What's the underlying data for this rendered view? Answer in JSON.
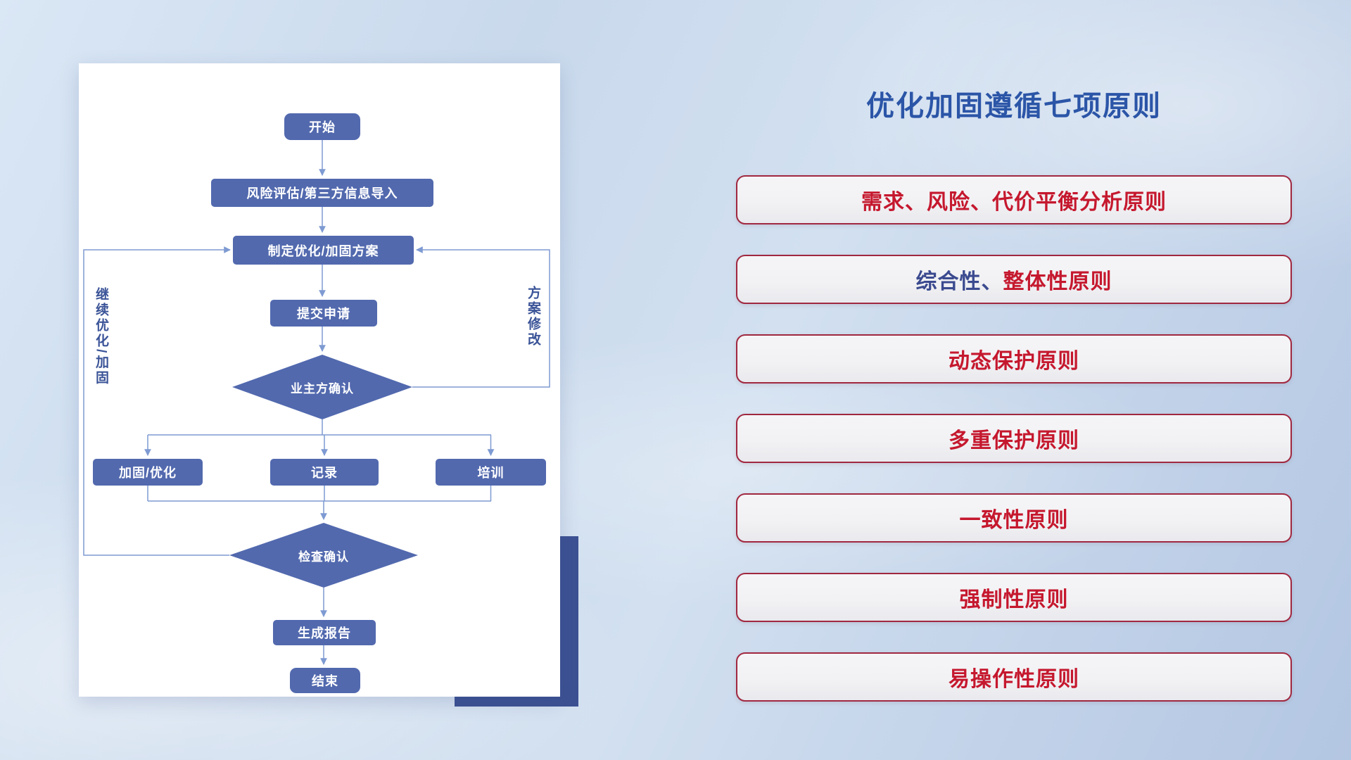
{
  "colors": {
    "title_blue": "#2b55a7",
    "node_blue": "#5269ae",
    "connector_blue": "#7e9ad2",
    "pill_border": "#a02840",
    "pill_bg": "#f2f2f4",
    "accent_block": "#3c5192",
    "loop_label_blue": "#3b5498"
  },
  "flowchart": {
    "nodes": {
      "start": "开始",
      "risk_import": "风险评估/第三方信息导入",
      "make_plan": "制定优化/加固方案",
      "submit_request": "提交申请",
      "owner_confirm": "业主方确认",
      "harden_optimize": "加固/优化",
      "record": "记录",
      "training": "培训",
      "check_confirm": "检查确认",
      "generate_report": "生成报告",
      "end": "结束"
    },
    "loop_labels": {
      "left": "继续优化/加固",
      "right": "方案修改"
    }
  },
  "principles": {
    "title": "优化加固遵循七项原则",
    "items": [
      {
        "segments": [
          {
            "text": "需求、风险、代价平衡分析原则",
            "color": "#c5182e"
          }
        ]
      },
      {
        "segments": [
          {
            "text": "综合性、",
            "color": "#3b4a8f"
          },
          {
            "text": "整体性原则",
            "color": "#c5182e"
          }
        ]
      },
      {
        "segments": [
          {
            "text": "动态保护原则",
            "color": "#c5182e"
          }
        ]
      },
      {
        "segments": [
          {
            "text": "多重保护原则",
            "color": "#c5182e"
          }
        ]
      },
      {
        "segments": [
          {
            "text": "一致性原则",
            "color": "#c5182e"
          }
        ]
      },
      {
        "segments": [
          {
            "text": "强制性原则",
            "color": "#c5182e"
          }
        ]
      },
      {
        "segments": [
          {
            "text": "易操作性原则",
            "color": "#c5182e"
          }
        ]
      }
    ]
  }
}
